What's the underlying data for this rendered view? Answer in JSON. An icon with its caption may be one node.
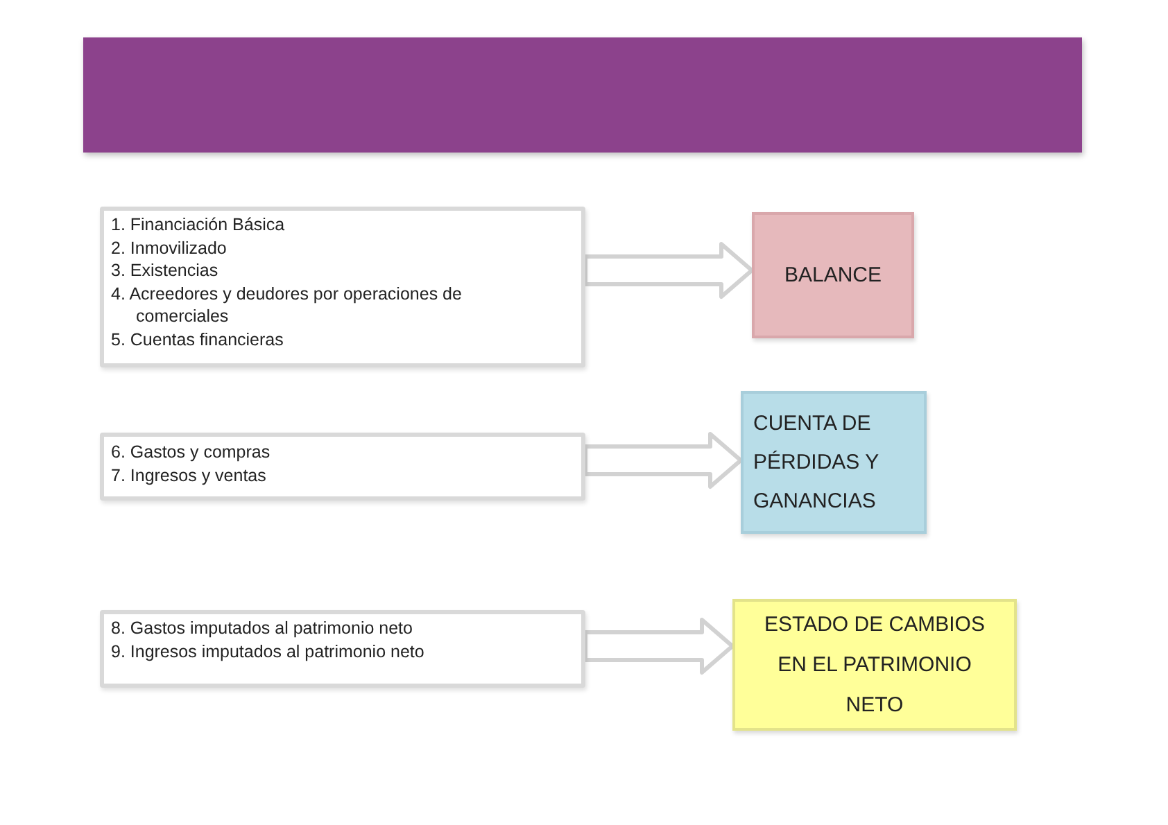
{
  "diagram": {
    "nodes": [
      {
        "text": [
          "1. Financiación Básica",
          "2. Inmovilizado",
          "3. Existencias",
          "4. Acreedores y deudores por operaciones de comerciales",
          "5. Cuentas financieras"
        ]
      },
      {
        "text": [
          "BALANCE"
        ]
      },
      {
        "text": [
          "6. Gastos y compras",
          "7. Ingresos y ventas"
        ]
      },
      {
        "text": [
          "CUENTA DE PÉRDIDAS Y GANANCIAS"
        ]
      },
      {
        "text": [
          "8. Gastos imputados al patrimonio neto",
          "9. Ingresos imputados al patrimonio neto"
        ]
      },
      {
        "text": [
          "ESTADO DE CAMBIOS EN EL PATRIMONIO NETO"
        ]
      }
    ],
    "edges": [
      {
        "from": 0,
        "to": 1,
        "arrow": "to"
      },
      {
        "from": 2,
        "to": 3,
        "arrow": "to"
      },
      {
        "from": 4,
        "to": 5,
        "arrow": "to"
      }
    ]
  }
}
